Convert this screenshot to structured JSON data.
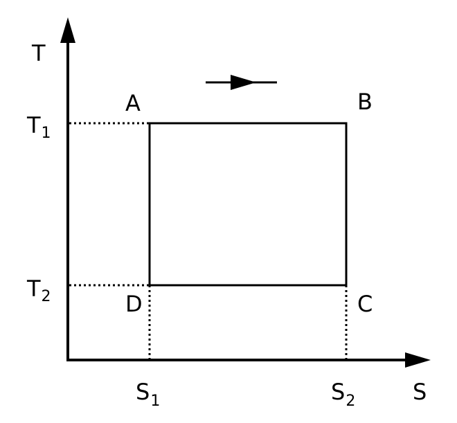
{
  "axes": {
    "y_label": "T",
    "x_label": "S"
  },
  "levels": {
    "T1": {
      "main": "T",
      "sub": "1"
    },
    "T2": {
      "main": "T",
      "sub": "2"
    },
    "S1": {
      "main": "S",
      "sub": "1"
    },
    "S2": {
      "main": "S",
      "sub": "2"
    }
  },
  "corners": {
    "A": "A",
    "B": "B",
    "C": "C",
    "D": "D"
  },
  "colors": {
    "ink": "#000000",
    "background": "#ffffff"
  },
  "icons": {
    "direction": "arrow-right-icon"
  }
}
